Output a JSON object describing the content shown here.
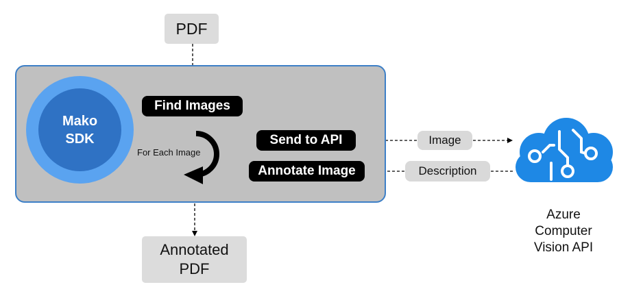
{
  "nodes": {
    "pdf_input": "PDF",
    "output_pdf_line1": "Annotated",
    "output_pdf_line2": "PDF",
    "mako_line1": "Mako",
    "mako_line2": "SDK",
    "find_images": "Find Images",
    "for_each": "For Each Image",
    "send_to_api": "Send to API",
    "annotate_image": "Annotate Image"
  },
  "edges": {
    "image_label": "Image",
    "description_label": "Description"
  },
  "azure": {
    "line1": "Azure",
    "line2": "Computer",
    "line3": "Vision API"
  },
  "colors": {
    "panel_fill": "#c0c0c0",
    "panel_border": "#3c7fc7",
    "mako_ring": "#5aa3f0",
    "mako_core": "#2f72c4",
    "azure_blue": "#1e88e5"
  }
}
